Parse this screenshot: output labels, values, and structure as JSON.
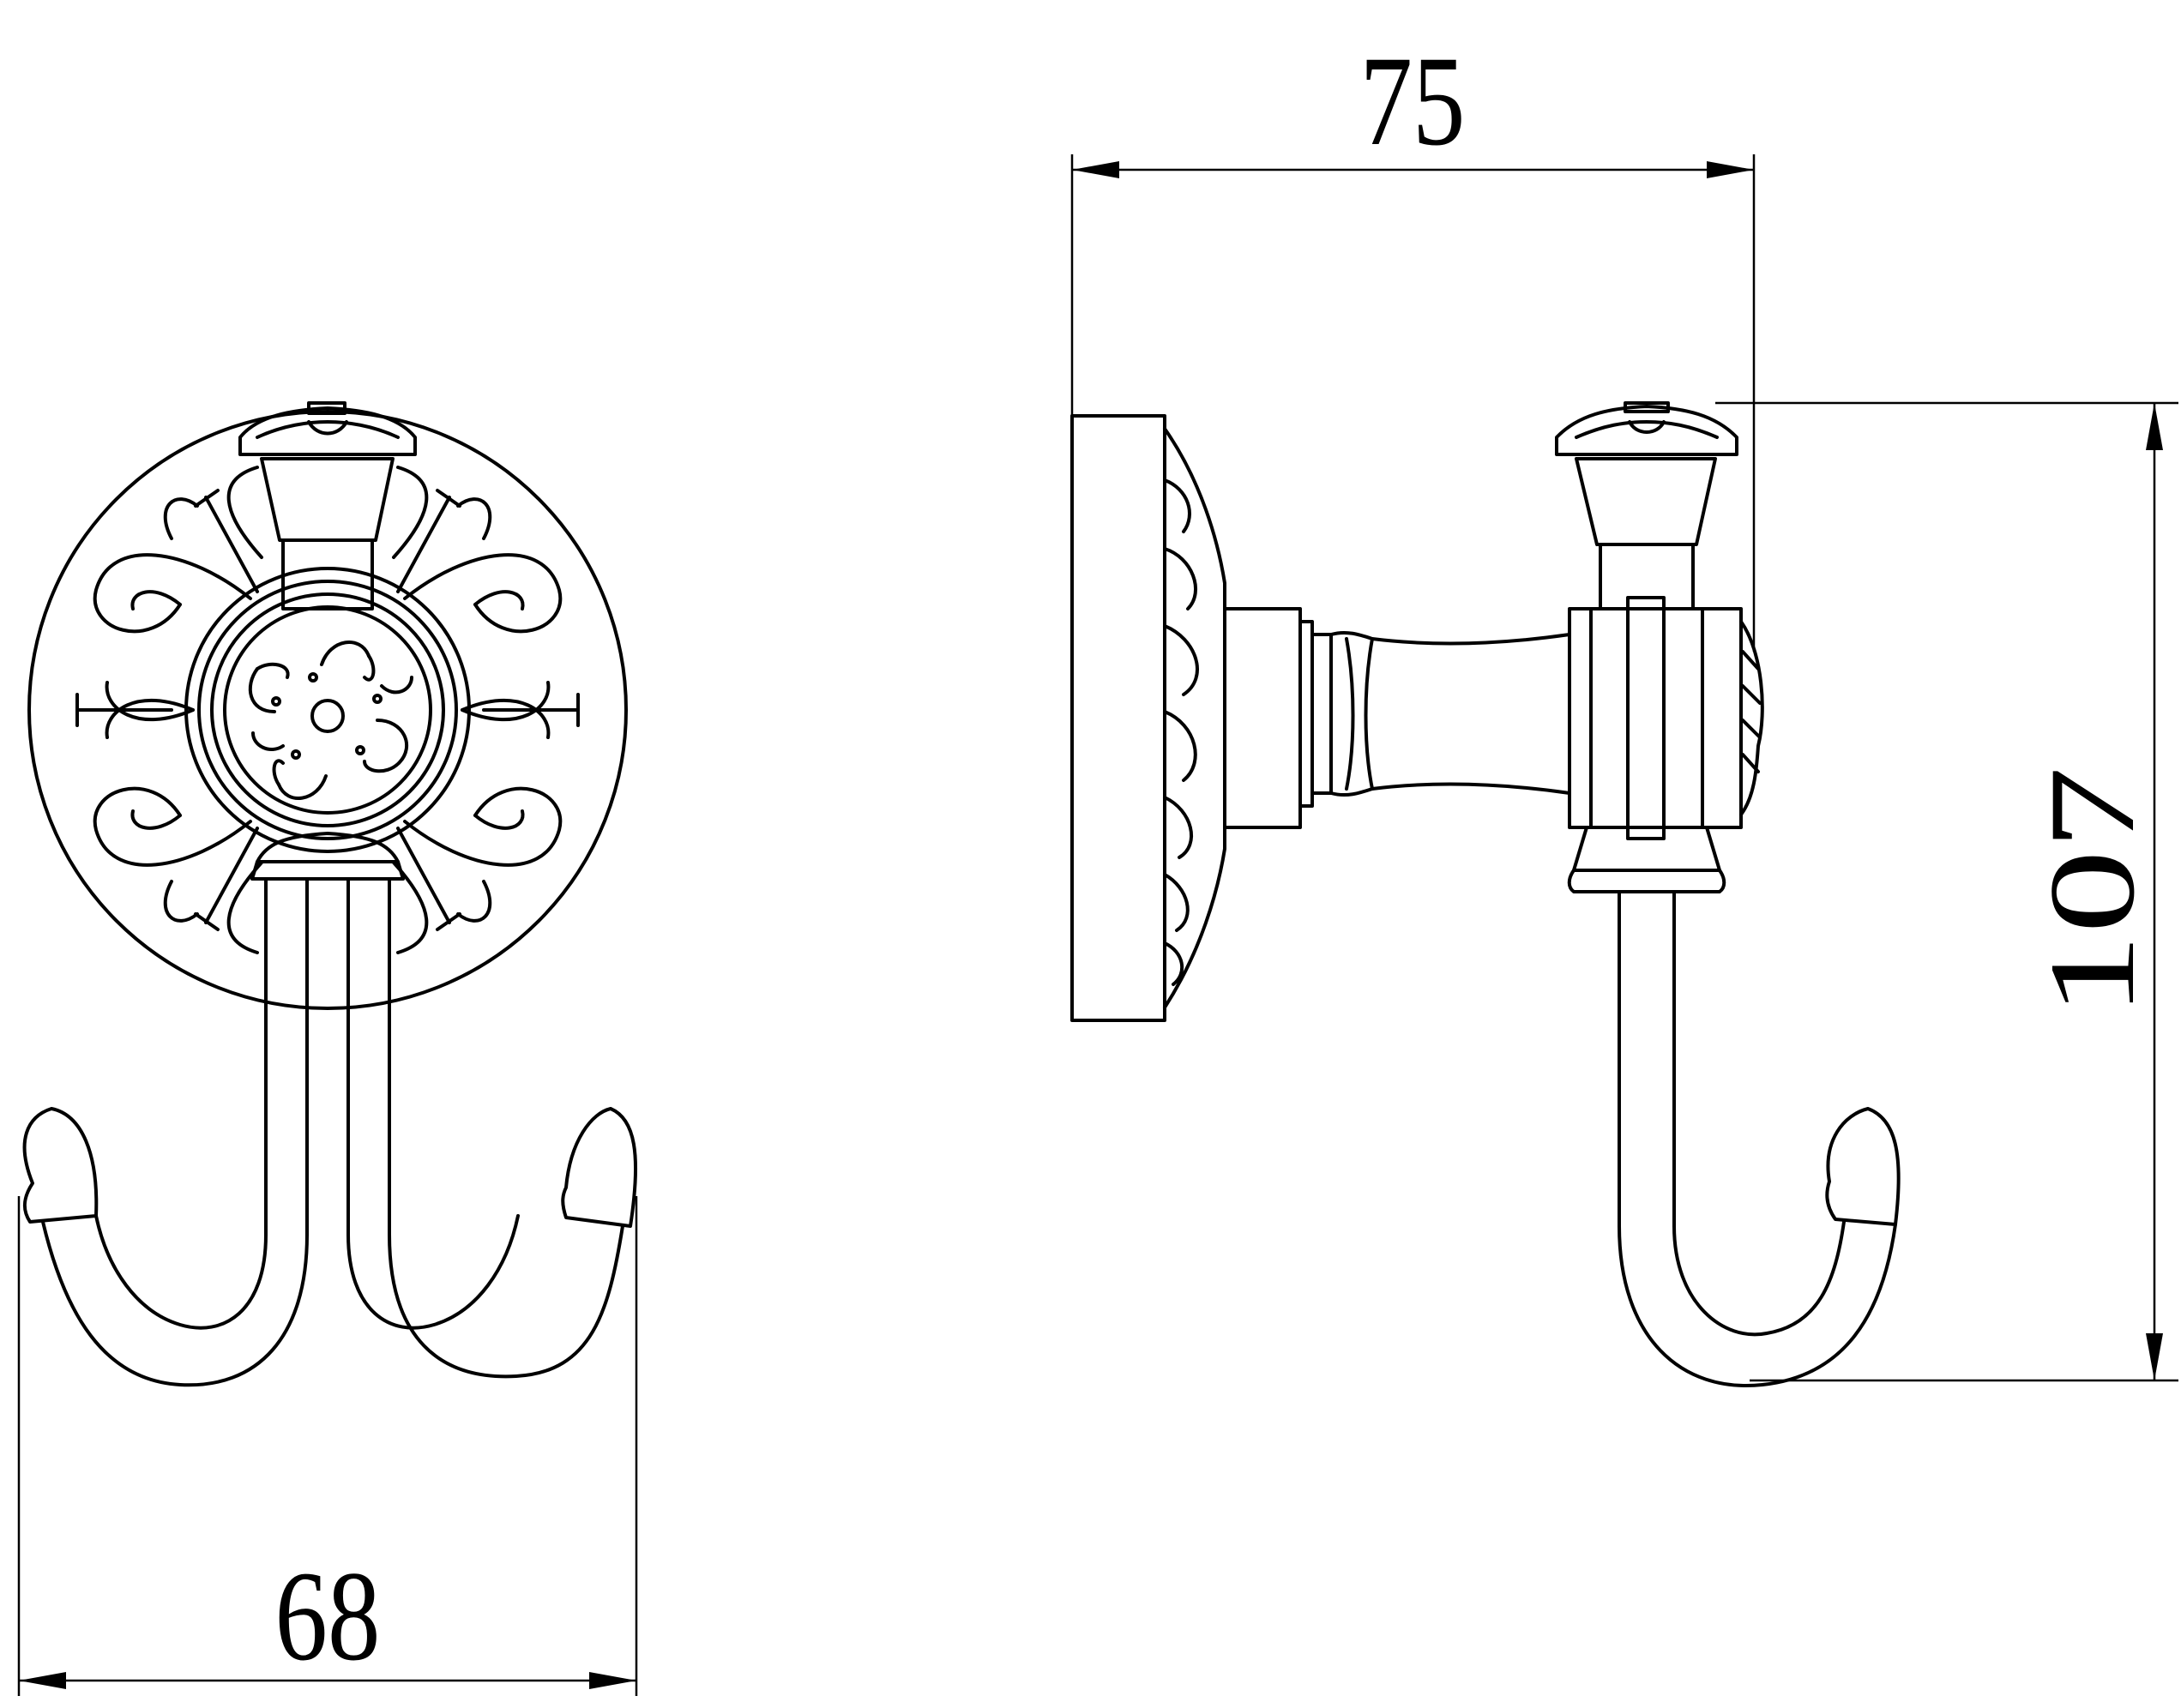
{
  "dimensions": {
    "width_label": "75",
    "height_label": "107",
    "base_label": "68"
  },
  "colors": {
    "line": "#000000",
    "background": "#ffffff"
  }
}
